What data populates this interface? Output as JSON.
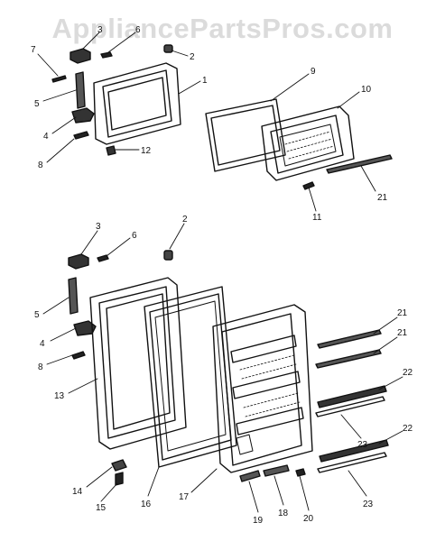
{
  "watermark": "AppliancePartsPros.com",
  "colors": {
    "ink": "#111111",
    "watermark": "#bebebe",
    "background": "#ffffff"
  },
  "upper_assembly": {
    "labels": [
      "7",
      "3",
      "6",
      "2",
      "1",
      "5",
      "4",
      "8",
      "12",
      "9",
      "10",
      "21",
      "11"
    ]
  },
  "lower_assembly": {
    "labels": [
      "3",
      "6",
      "2",
      "5",
      "4",
      "8",
      "13",
      "21",
      "21",
      "22",
      "23",
      "22",
      "23",
      "14",
      "15",
      "16",
      "17",
      "19",
      "18",
      "20"
    ]
  }
}
